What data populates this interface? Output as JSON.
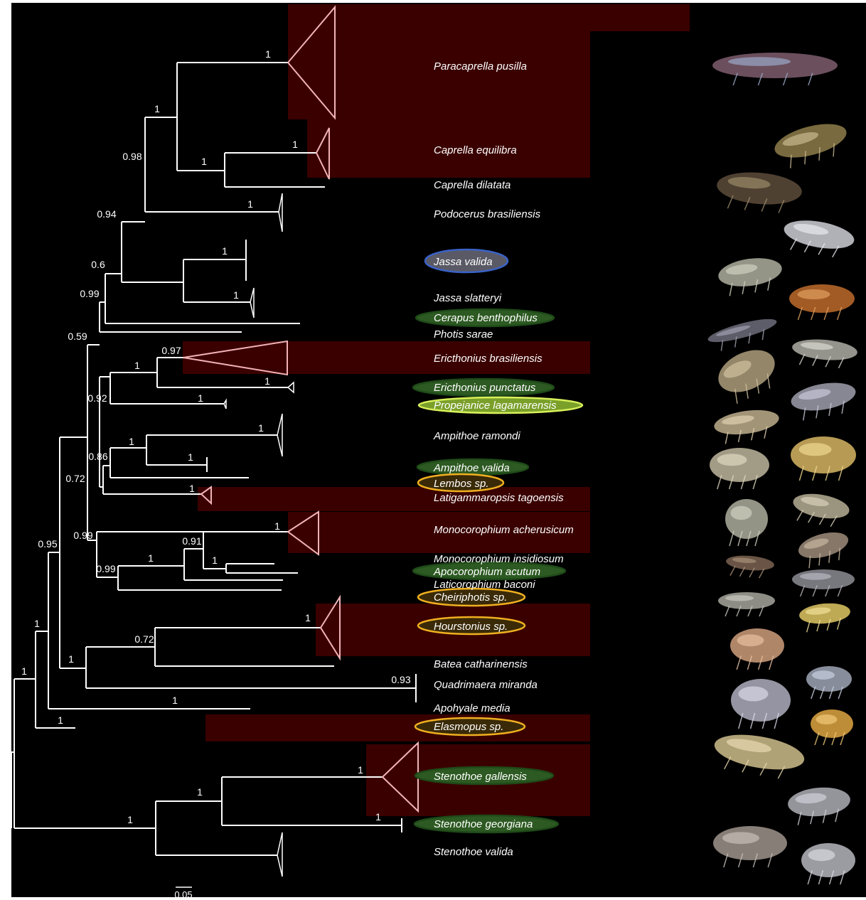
{
  "colors": {
    "background": "#000000",
    "branch": "#ffffff",
    "collapsed_clade": "#f2b3b8",
    "highlight_band": "#3a0000",
    "oval_blue_fill": "#5a5a66",
    "oval_blue_border": "#3a62c8",
    "oval_green_fill": "#2d5a22",
    "oval_green_border": "#1e4a18",
    "oval_lime_fill": "#7aa02a",
    "oval_lime_border": "#d8f05a",
    "oval_orange_fill": "#3a2a08",
    "oval_orange_border": "#f0b020"
  },
  "taxa": [
    {
      "id": "paracaprella-pusilla",
      "label": "Paracaprella pusilla",
      "highlight": "none"
    },
    {
      "id": "caprella-equilibra",
      "label": "Caprella equilibra",
      "highlight": "none"
    },
    {
      "id": "caprella-dilatata",
      "label": "Caprella dilatata",
      "highlight": "none"
    },
    {
      "id": "podocerus-brasiliensis",
      "label": "Podocerus brasiliensis",
      "highlight": "none"
    },
    {
      "id": "jassa-valida",
      "label": "Jassa valida",
      "highlight": "blue"
    },
    {
      "id": "jassa-slatteryi",
      "label": "Jassa slatteryi",
      "highlight": "none"
    },
    {
      "id": "cerapus-benthophilus",
      "label": "Cerapus benthophilus",
      "highlight": "green"
    },
    {
      "id": "photis-sarae",
      "label": "Photis sarae",
      "highlight": "none"
    },
    {
      "id": "ericthonius-brasiliensis",
      "label": "Ericthonius brasiliensis",
      "highlight": "none"
    },
    {
      "id": "ericthonius-punctatus",
      "label": "Ericthonius punctatus",
      "highlight": "green"
    },
    {
      "id": "propejanice-lagamarensis",
      "label": "Propejanice lagamarensis",
      "highlight": "lime"
    },
    {
      "id": "ampithoe-ramondi",
      "label": "Ampithoe ramondi",
      "highlight": "none"
    },
    {
      "id": "ampithoe-valida",
      "label": "Ampithoe valida",
      "highlight": "green"
    },
    {
      "id": "lembos-sp",
      "label": "Lembos sp.",
      "highlight": "orange"
    },
    {
      "id": "latigammaropsis-tagoensis",
      "label": "Latigammaropsis tagoensis",
      "highlight": "none"
    },
    {
      "id": "monocorophium-acherusicum",
      "label": "Monocorophium acherusicum",
      "highlight": "none"
    },
    {
      "id": "monocorophium-insidiosum",
      "label": "Monocorophium insidiosum",
      "highlight": "none"
    },
    {
      "id": "apocorophium-acutum",
      "label": "Apocorophium acutum",
      "highlight": "green"
    },
    {
      "id": "laticorophium-baconi",
      "label": "Laticorophium baconi",
      "highlight": "none"
    },
    {
      "id": "cheiriphotis-sp",
      "label": "Cheiriphotis sp.",
      "highlight": "orange"
    },
    {
      "id": "hourstonius-sp",
      "label": "Hourstonius sp.",
      "highlight": "orange"
    },
    {
      "id": "batea-catharinensis",
      "label": "Batea catharinensis",
      "highlight": "none"
    },
    {
      "id": "quadrimaera-miranda",
      "label": "Quadrimaera miranda",
      "highlight": "none"
    },
    {
      "id": "apohyale-media",
      "label": "Apohyale media",
      "highlight": "none"
    },
    {
      "id": "elasmopus-sp",
      "label": "Elasmopus sp.",
      "highlight": "orange"
    },
    {
      "id": "stenothoe-gallensis",
      "label": "Stenothoe gallensis",
      "highlight": "green"
    },
    {
      "id": "stenothoe-georgiana",
      "label": "Stenothoe georgiana",
      "highlight": "green"
    },
    {
      "id": "stenothoe-valida",
      "label": "Stenothoe valida",
      "highlight": "none"
    }
  ],
  "support_values": [
    "1",
    "1",
    "1",
    "0.98",
    "1",
    "0.94",
    "1",
    "1",
    "1",
    "0.6",
    "0.99",
    "0.59",
    "0.97",
    "1",
    "1",
    "0.92",
    "1",
    "1",
    "1",
    "0.86",
    "1",
    "1",
    "0.72",
    "0.91",
    "1",
    "1",
    "0.99",
    "0.99",
    "1",
    "1",
    "0.72",
    "1",
    "0.93",
    "1",
    "0.95",
    "1",
    "1",
    "1",
    "1",
    "1",
    "1",
    "1"
  ],
  "scale_bar": {
    "label": "0.05"
  },
  "photos": [
    {
      "name": "paracaprella-pusilla-photo",
      "body": "#7a5a6a",
      "accent": "#9aa8c8"
    },
    {
      "name": "caprella-equilibra-photo",
      "body": "#8a7a48",
      "accent": "#c8b890"
    },
    {
      "name": "caprella-dilatata-photo",
      "body": "#5a4a38",
      "accent": "#9a8a6a"
    },
    {
      "name": "amphipod-photo-1",
      "body": "#c8c8d0",
      "accent": "#e8e8ee"
    },
    {
      "name": "amphipod-photo-2",
      "body": "#a8a89a",
      "accent": "#d0d0c0"
    },
    {
      "name": "amphipod-photo-3",
      "body": "#b8682a",
      "accent": "#e0a060"
    },
    {
      "name": "amphipod-photo-4",
      "body": "#6a6a78",
      "accent": "#a0a0b0"
    },
    {
      "name": "amphipod-photo-5",
      "body": "#a8a8a0",
      "accent": "#d8d8d0"
    },
    {
      "name": "amphipod-photo-6",
      "body": "#a89878",
      "accent": "#d0c0a0"
    },
    {
      "name": "amphipod-photo-7",
      "body": "#9a9aa8",
      "accent": "#c8c8d8"
    },
    {
      "name": "amphipod-photo-8",
      "body": "#b8a888",
      "accent": "#e0d0b0"
    },
    {
      "name": "amphipod-photo-9",
      "body": "#d0b060",
      "accent": "#f0d890"
    },
    {
      "name": "amphipod-photo-10",
      "body": "#b8b098",
      "accent": "#e0d8c0"
    },
    {
      "name": "amphipod-photo-11",
      "body": "#b0a890",
      "accent": "#d8d0b8"
    },
    {
      "name": "amphipod-photo-12",
      "body": "#a8a898",
      "accent": "#d0d0c0"
    },
    {
      "name": "amphipod-photo-13",
      "body": "#988878",
      "accent": "#c8b8a0"
    },
    {
      "name": "amphipod-photo-14",
      "body": "#786050",
      "accent": "#a89078"
    },
    {
      "name": "amphipod-photo-15",
      "body": "#888890",
      "accent": "#b8b8c0"
    },
    {
      "name": "amphipod-photo-16",
      "body": "#a0a098",
      "accent": "#c8c8c0"
    },
    {
      "name": "amphipod-photo-17",
      "body": "#d8c060",
      "accent": "#f0e098"
    },
    {
      "name": "amphipod-photo-18",
      "body": "#c89878",
      "accent": "#e8c0a0"
    },
    {
      "name": "amphipod-photo-19",
      "body": "#9aa0b0",
      "accent": "#c8d0e0"
    },
    {
      "name": "amphipod-photo-20",
      "body": "#a8a8b8",
      "accent": "#d8d8e8"
    },
    {
      "name": "amphipod-photo-21",
      "body": "#d8a040",
      "accent": "#f0c878"
    },
    {
      "name": "amphipod-photo-22",
      "body": "#c8b888",
      "accent": "#e8d8b0"
    },
    {
      "name": "amphipod-photo-23",
      "body": "#a8a8b0",
      "accent": "#d0d0d8"
    },
    {
      "name": "amphipod-photo-24",
      "body": "#9a9088",
      "accent": "#c8c0b8"
    },
    {
      "name": "amphipod-photo-25",
      "body": "#b0b0b8",
      "accent": "#d8d8e0"
    }
  ]
}
